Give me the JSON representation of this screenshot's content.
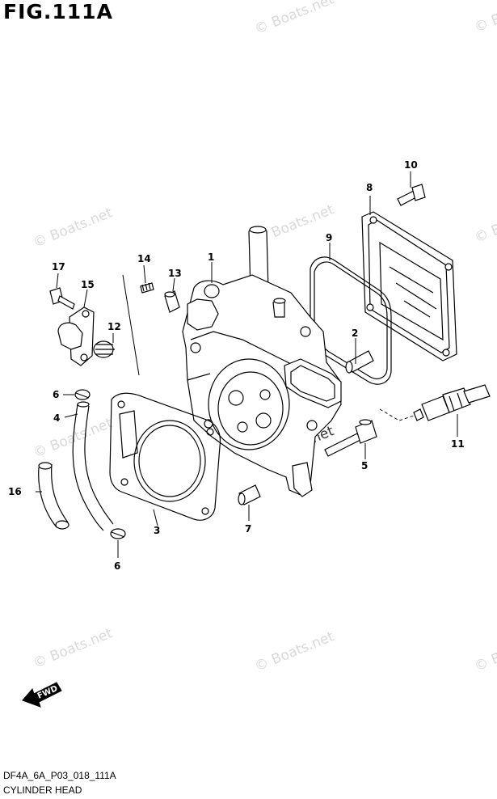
{
  "figure": {
    "title": "FIG.111A",
    "code": "DF4A_6A_P03_018_111A",
    "name": "CYLINDER HEAD"
  },
  "watermark": "© Boats.net",
  "forward_label": "FWD",
  "callouts": {
    "c1": "1",
    "c2": "2",
    "c3": "3",
    "c4": "4",
    "c5": "5",
    "c6a": "6",
    "c6b": "6",
    "c7": "7",
    "c8": "8",
    "c9": "9",
    "c10": "10",
    "c11": "11",
    "c12": "12",
    "c13": "13",
    "c14": "14",
    "c15": "15",
    "c16": "16",
    "c17": "17"
  }
}
